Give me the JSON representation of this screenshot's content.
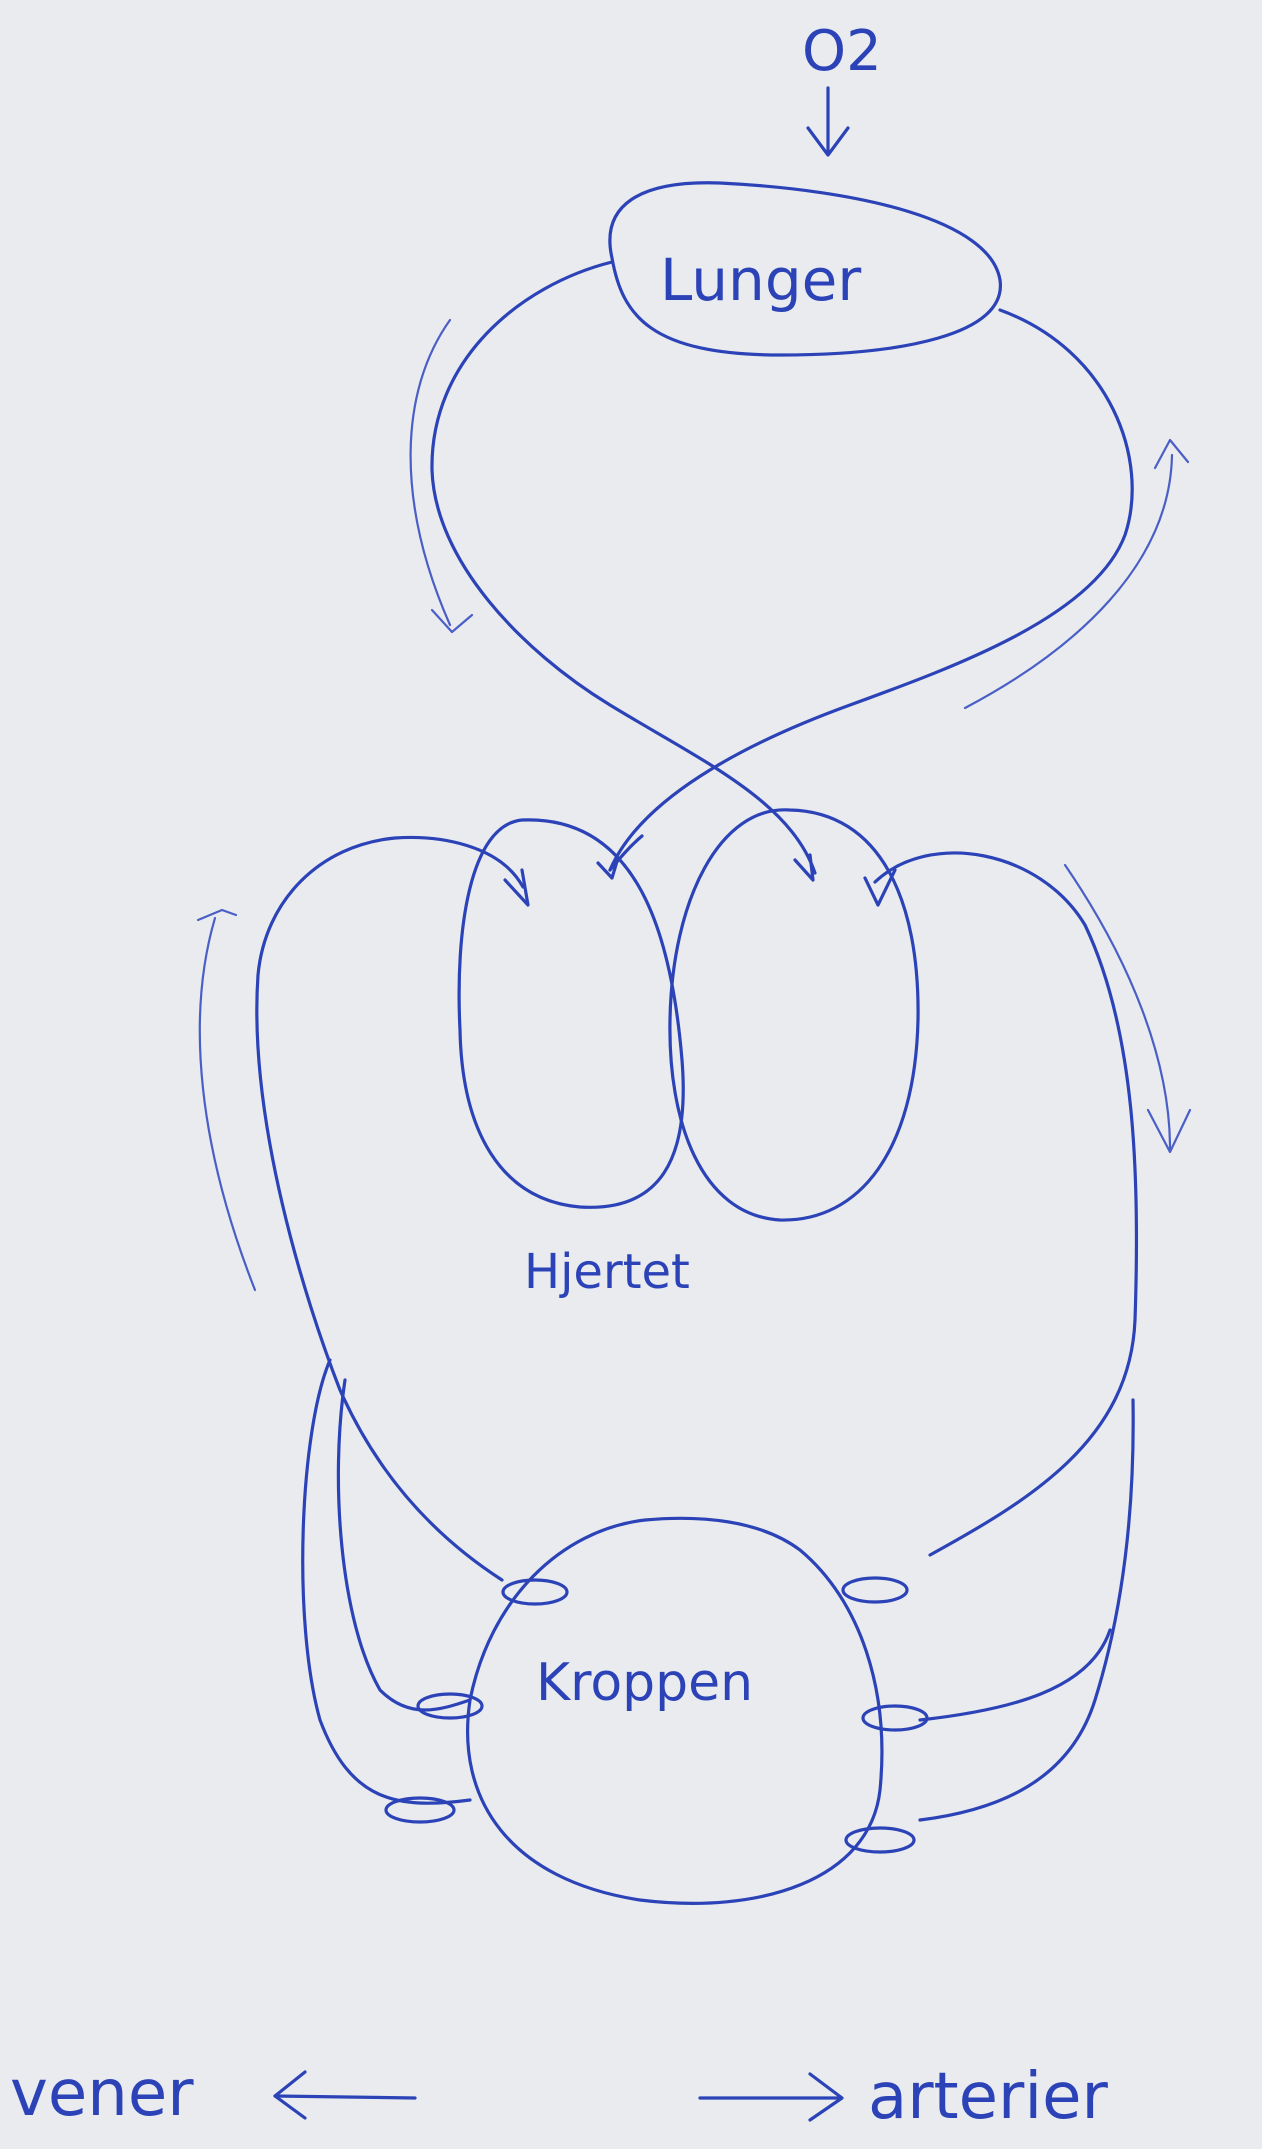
{
  "diagram": {
    "labels": {
      "o2": "O2",
      "lungs": "Lunger",
      "heart": "Hjertet",
      "body": "Kroppen",
      "veins": "vener",
      "arteries": "arterier"
    },
    "colors": {
      "ink": "#2c43b8",
      "paper": "#e9ebef"
    }
  }
}
